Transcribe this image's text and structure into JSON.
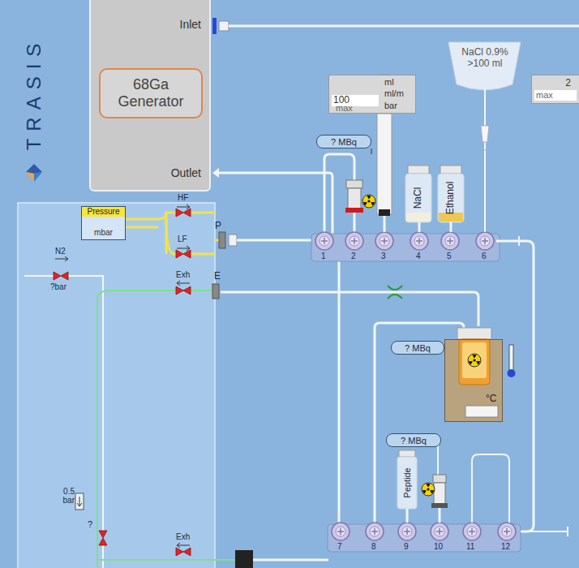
{
  "diagram": {
    "nodes": [
      {
        "text": [
          "Inlet",
          "Outlet"
        ]
      },
      {
        "text": [
          "68Ga Generator"
        ],
        "in": 0
      },
      {
        "text": [
          "Pressure",
          "mbar"
        ]
      },
      {
        "text": [
          "100",
          "max",
          "ml",
          "ml/m",
          "bar"
        ]
      },
      {
        "text": [
          "? MBq"
        ]
      },
      {
        "text": [
          "NaCl"
        ]
      },
      {
        "text": [
          "Ethanol"
        ]
      },
      {
        "text": [
          "NaCl 0.9% >100 ml"
        ]
      },
      {
        "text": [
          "2",
          "max"
        ]
      },
      {
        "text": [
          "? MBq"
        ]
      },
      {
        "text": [
          "°C"
        ]
      },
      {
        "text": [
          "? MBq"
        ]
      },
      {
        "text": [
          "Peptide"
        ]
      }
    ],
    "labels": [
      "TRASIS",
      "HF",
      "LF",
      "P",
      "N2",
      "?bar",
      "Exh",
      "E",
      "0.5 bar",
      "?",
      "Exh",
      "1",
      "2",
      "3",
      "4",
      "5",
      "6",
      "7",
      "8",
      "9",
      "10",
      "11",
      "12"
    ]
  }
}
